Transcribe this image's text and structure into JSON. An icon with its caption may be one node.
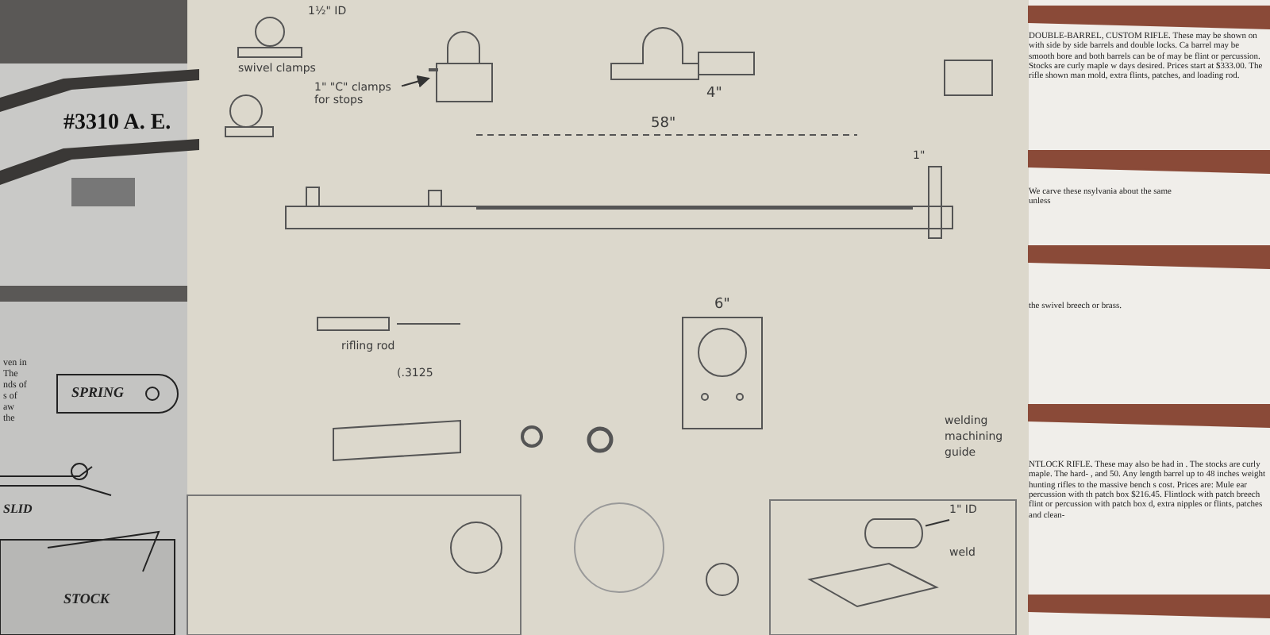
{
  "diagram": {
    "nodes": [
      {
        "text": [
          "1\" \"C\" clamps for stops"
        ]
      },
      {
        "text": [],
        "shape": "picture"
      },
      {
        "text": [
          "1\" ID"
        ]
      },
      {
        "text": [],
        "shape": "picture"
      }
    ],
    "edges": [
      {
        "from": 0,
        "to": 1,
        "arrow": "to"
      },
      {
        "from": 2,
        "to": 3,
        "arrow": "none"
      }
    ],
    "labels": [
      "#3310 A. E.",
      "SPRING",
      "SLID",
      "STOCK",
      "ven in",
      "The",
      "nds of",
      "s of",
      "aw",
      "the",
      "1½\" ID",
      "swivel clamps",
      "58\"",
      "4\"",
      "6\"",
      "1\"",
      "rifling rod",
      "(.3125",
      "welding",
      "machining",
      "guide",
      "weld",
      "DOUBLE-BARREL, CUSTOM RIFLE. These may be shown on with side by side barrels and double locks. Ca barrel may be smooth bore and both barrels can be of may be flint or percussion. Stocks are curly maple w days desired. Prices start at $333.00. The rifle shown man mold, extra flints, patches, and loading rod.",
      "We carve these nsylvania about the same unless",
      "the swivel breech or brass.",
      "NTLOCK RIFLE. These may also be had in . The stocks are curly maple. The hard- , and 50. Any length barrel up to 48 inches weight hunting rifles to the massive bench s cost. Prices are: Mule ear percussion with th patch box $216.45. Flintlock with patch breech flint or percussion with patch box d, extra nipples or flints, patches and clean-"
    ]
  }
}
